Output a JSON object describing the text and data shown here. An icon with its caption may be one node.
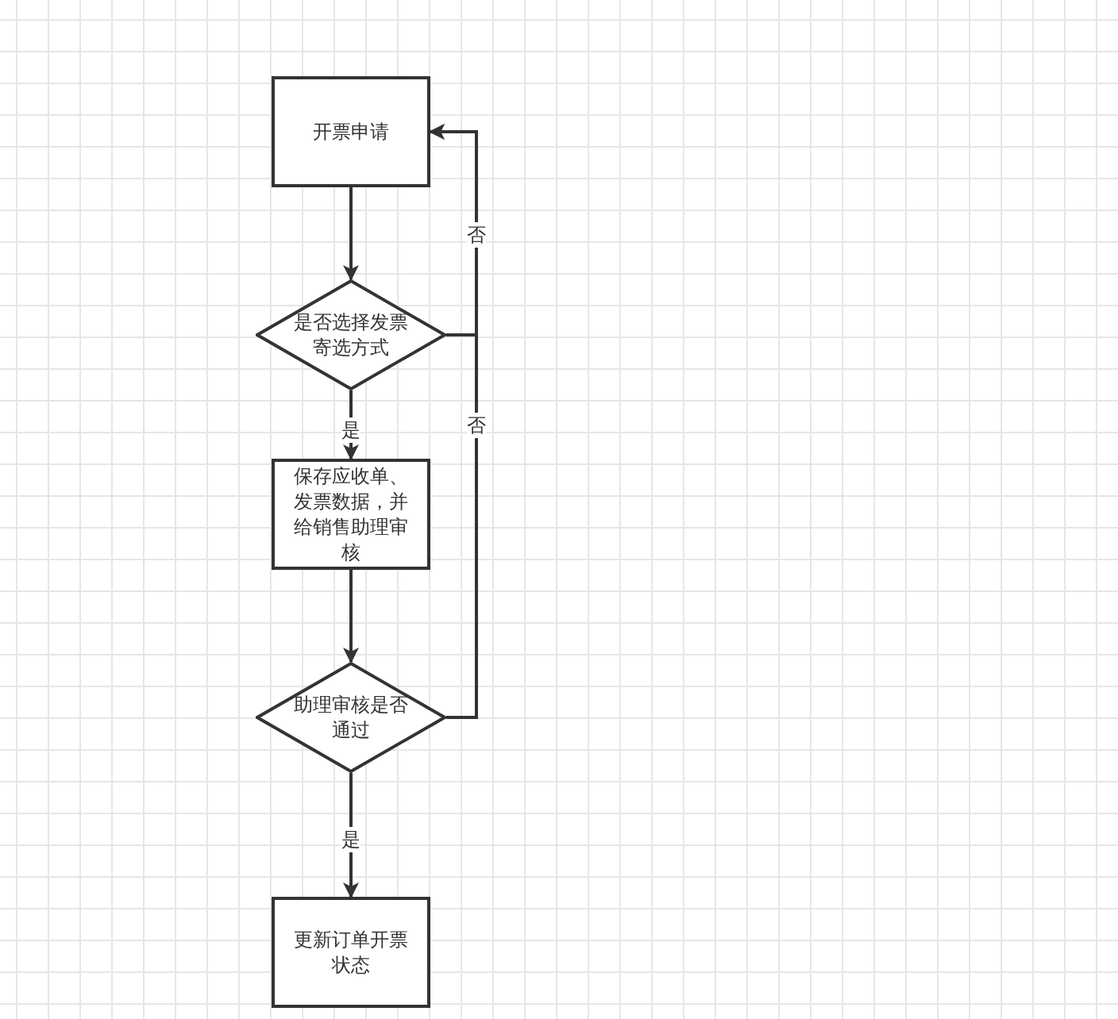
{
  "diagram": {
    "nodes": [
      {
        "text": [
          "开票申请"
        ]
      },
      {
        "text": [
          "是否选择发票寄选方式"
        ]
      },
      {
        "text": [
          "保存应收单、发票数据，并给销售助理审核"
        ]
      },
      {
        "text": [
          "助理审核是否通过"
        ]
      },
      {
        "text": [
          "更新订单开票状态"
        ]
      }
    ],
    "edges": [
      {
        "from": 0,
        "to": 1,
        "arrow": "to"
      },
      {
        "from": 1,
        "to": 2,
        "arrow": "to",
        "label": "是"
      },
      {
        "from": 1,
        "to": 0,
        "arrow": "to",
        "label": "否"
      },
      {
        "from": 3,
        "to": 0,
        "arrow": "to",
        "label": "否"
      },
      {
        "from": 2,
        "to": 3,
        "arrow": "to"
      },
      {
        "from": 3,
        "to": 4,
        "arrow": "to",
        "label": "是"
      }
    ]
  }
}
